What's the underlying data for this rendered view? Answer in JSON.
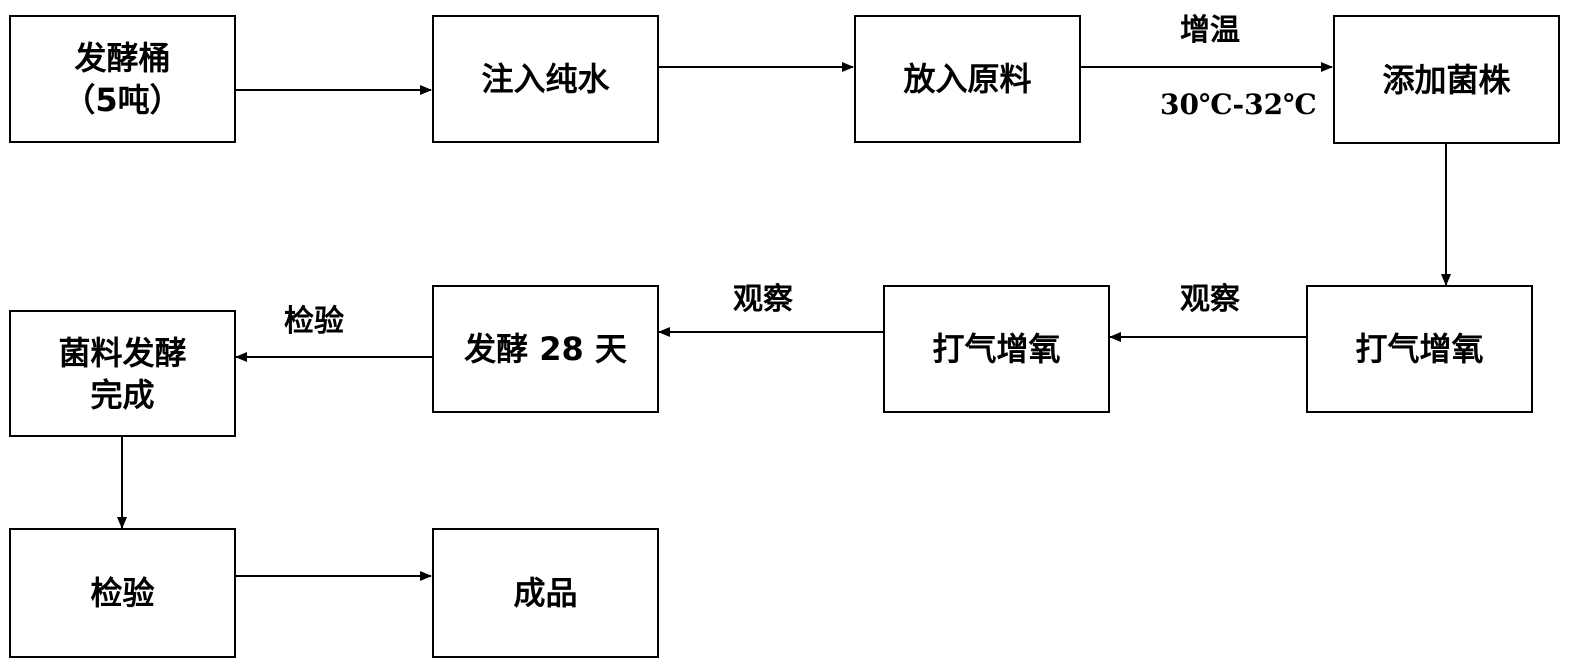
{
  "colors": {
    "stroke": "#000000",
    "background": "#ffffff"
  },
  "nodes": {
    "fermentation_bucket": {
      "line1": "发酵桶",
      "line2": "（5吨）"
    },
    "inject_pure_water": {
      "label": "注入纯水"
    },
    "add_raw_materials": {
      "label": "放入原料"
    },
    "add_strain": {
      "label": "添加菌株"
    },
    "aeration_1": {
      "label": "打气增氧"
    },
    "aeration_2": {
      "label": "打气增氧"
    },
    "ferment_28_days": {
      "label": "发酵 28 天"
    },
    "strain_fermentation_complete": {
      "line1": "菌料发酵",
      "line2": "完成"
    },
    "inspection": {
      "label": "检验"
    },
    "finished_product": {
      "label": "成品"
    }
  },
  "edge_labels": {
    "heating": "增温",
    "temperature_range": "30℃-32℃",
    "observe_1": "观察",
    "observe_2": "观察",
    "inspect": "检验"
  }
}
